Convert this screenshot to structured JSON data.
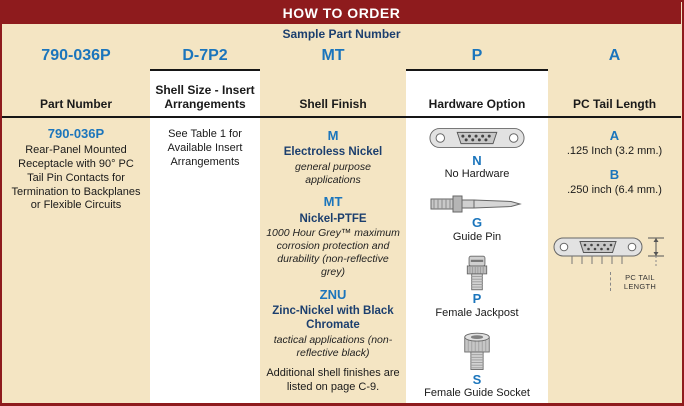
{
  "title": "HOW TO ORDER",
  "sample": {
    "label": "Sample Part Number",
    "codes": {
      "part_number": "790-036P",
      "shell_size": "D-7P2",
      "shell_finish": "MT",
      "hardware": "P",
      "pc_tail": "A"
    }
  },
  "headers": {
    "part_number": "Part Number",
    "shell_size": "Shell Size - Insert Arrangements",
    "shell_finish": "Shell Finish",
    "hardware": "Hardware Option",
    "pc_tail": "PC Tail Length"
  },
  "part_number": {
    "code": "790-036P",
    "description": "Rear-Panel Mounted Receptacle with 90° PC Tail Pin Contacts for Termination to Backplanes or Flexible Circuits"
  },
  "shell_size": {
    "note": "See Table 1 for Available Insert Arrangements"
  },
  "shell_finish": {
    "options": [
      {
        "code": "M",
        "name": "Electroless Nickel",
        "desc": "general purpose applications"
      },
      {
        "code": "MT",
        "name": "Nickel-PTFE",
        "desc": "1000 Hour Grey™ maximum corrosion protection and durability (non-reflective grey)"
      },
      {
        "code": "ZNU",
        "name": "Zinc-Nickel with Black Chromate",
        "desc": "tactical applications (non-reflective black)"
      }
    ],
    "note": "Additional shell finishes are listed on page C-9."
  },
  "hardware": {
    "options": [
      {
        "code": "N",
        "name": "No Hardware"
      },
      {
        "code": "G",
        "name": "Guide Pin"
      },
      {
        "code": "P",
        "name": "Female Jackpost"
      },
      {
        "code": "S",
        "name": "Female Guide Socket"
      }
    ]
  },
  "pc_tail": {
    "options": [
      {
        "code": "A",
        "name": ".125 Inch (3.2 mm.)"
      },
      {
        "code": "B",
        "name": ".250 inch (6.4 mm.)"
      }
    ],
    "diagram_label_line1": "PC TAIL",
    "diagram_label_line2": "LENGTH"
  },
  "colors": {
    "maroon": "#8e1b1d",
    "beige": "#f4e5c3",
    "blue": "#1b75bc"
  }
}
